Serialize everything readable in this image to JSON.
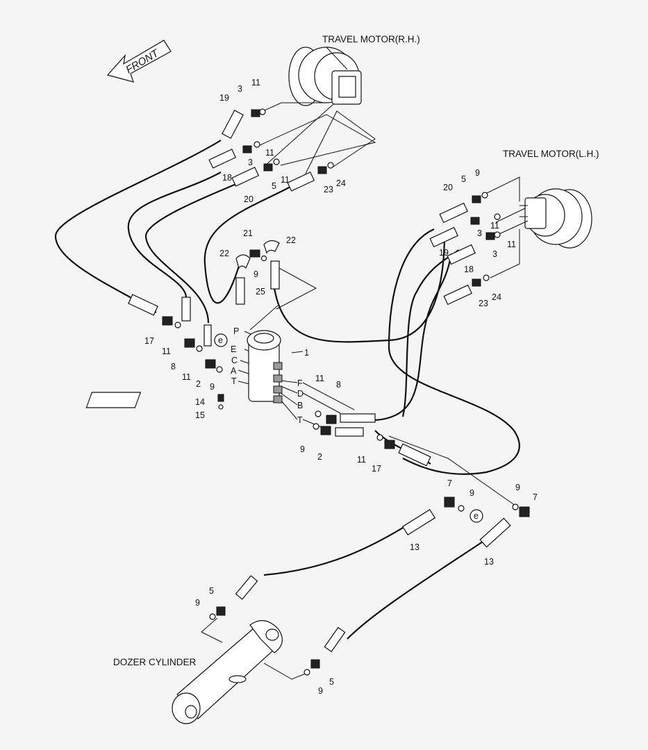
{
  "labels": {
    "motor_rh": "TRAVEL MOTOR(R.H.)",
    "motor_lh": "TRAVEL MOTOR(L.H.)",
    "front": "FRONT",
    "dozer": "DOZER CYLINDER"
  },
  "ports": {
    "P": "P",
    "E": "E",
    "C": "C",
    "A": "A",
    "T1": "T",
    "F": "F",
    "D": "D",
    "B": "B",
    "T2": "T"
  },
  "callouts": {
    "e1": "e",
    "e2": "e",
    "n1": "1",
    "n19a": "19",
    "n3a": "3",
    "n11a": "11",
    "n3b": "3",
    "n11b": "11",
    "n18a": "18",
    "n5a": "5",
    "n11c": "11",
    "n20a": "20",
    "n23a": "23",
    "n24a": "24",
    "n20b": "20",
    "n5b": "5",
    "n9a": "9",
    "n3c": "3",
    "n11d": "11",
    "n19b": "19",
    "n11e": "11",
    "n3d": "3",
    "n18b": "18",
    "n23b": "23",
    "n24b": "24",
    "n21": "21",
    "n22a": "22",
    "n22b": "22",
    "n9b": "9",
    "n25": "25",
    "n17a": "17",
    "n11f": "11",
    "n8a": "8",
    "n11g": "11",
    "n2a": "2",
    "n9c": "9",
    "n14": "14",
    "n15": "15",
    "n11h": "11",
    "n8b": "8",
    "n9d": "9",
    "n2b": "2",
    "n11i": "11",
    "n17b": "17",
    "n7a": "7",
    "n9e": "9",
    "n9f": "9",
    "n7b": "7",
    "n13a": "13",
    "n13b": "13",
    "n5c": "5",
    "n9g": "9",
    "n9h": "9",
    "n5d": "5"
  }
}
